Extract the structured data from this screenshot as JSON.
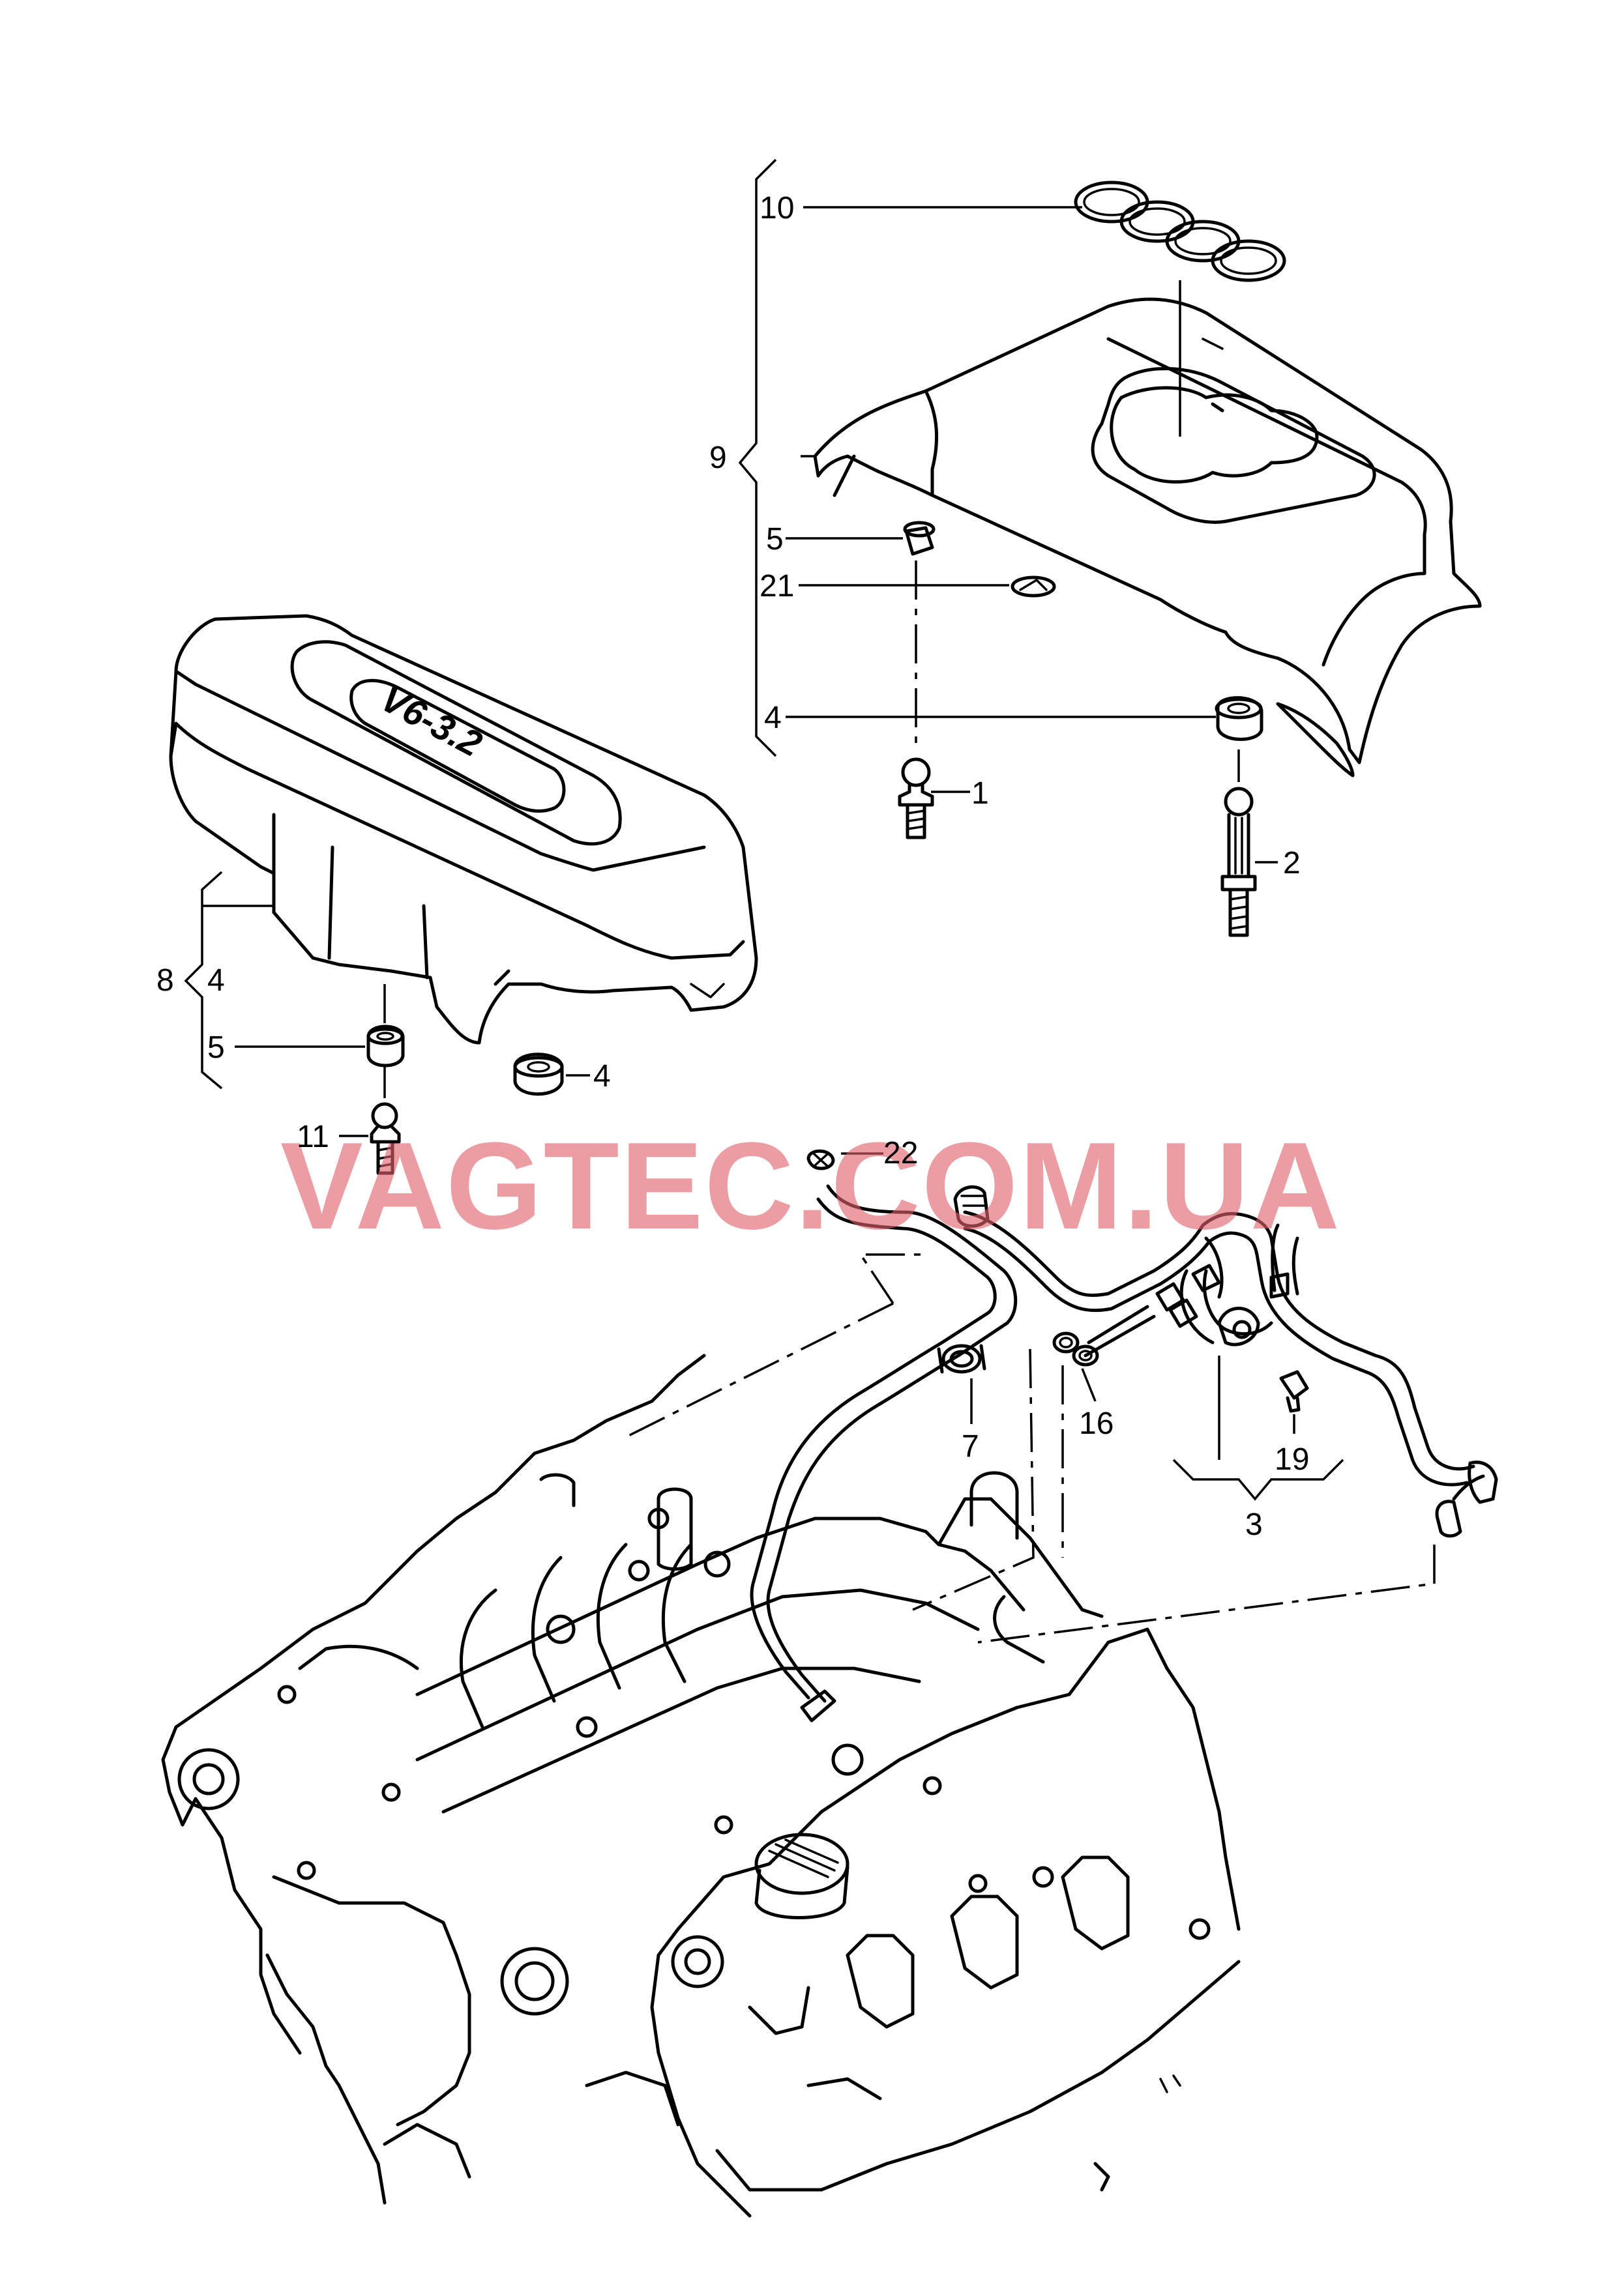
{
  "callouts": {
    "c1": "1",
    "c2": "2",
    "c3": "3",
    "c4a": "4",
    "c4b": "4",
    "c4c": "4",
    "c5a": "5",
    "c5b": "5",
    "c7": "7",
    "c8": "8",
    "c9": "9",
    "c10": "10",
    "c11": "11",
    "c16": "16",
    "c19": "19",
    "c21": "21",
    "c22": "22"
  },
  "cover_badge": "V6-3.2",
  "watermark": "VAGTEC.COM.UA",
  "colors": {
    "line": "#000000",
    "background": "#ffffff",
    "watermark": "#e0606a"
  }
}
